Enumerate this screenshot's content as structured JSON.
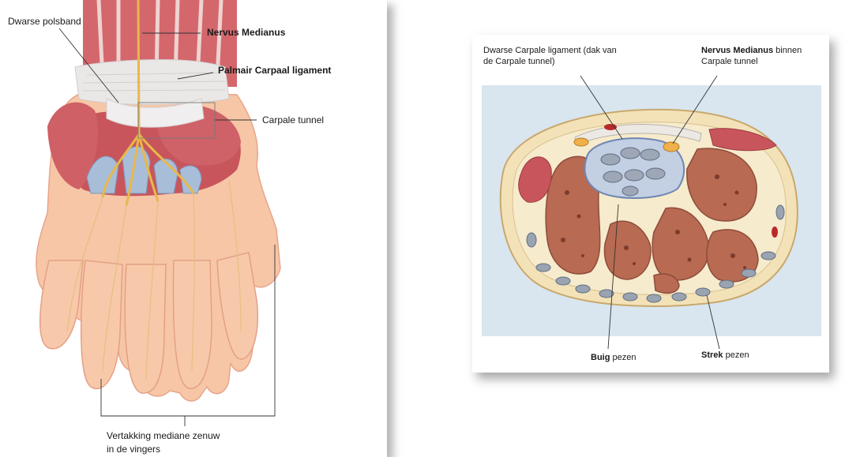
{
  "left_figure": {
    "labels": {
      "dwarse_polsband": "Dwarse polsband",
      "nervus_medianus": "Nervus Medianus",
      "palmair_carpaal": "Palmair Carpaal ligament",
      "carpale_tunnel": "Carpale tunnel",
      "vertakking_line1": "Vertakking mediane zenuw",
      "vertakking_line2": "in de vingers"
    }
  },
  "right_figure": {
    "labels": {
      "dwarse_carpale_line1": "Dwarse Carpale ligament (dak van",
      "dwarse_carpale_line2": "de Carpale tunnel)",
      "nervus_bold": "Nervus Medianus",
      "nervus_rest": "binnen",
      "nervus_line2": "Carpale tunnel",
      "buig_bold": "Buig",
      "buig_rest": "pezen",
      "strek_bold": "Strek",
      "strek_rest": "pezen"
    }
  },
  "colors": {
    "skin": "#f6c6a6",
    "muscle": "#c9555c",
    "bone": "#b86a52",
    "nerve": "#e8b84a",
    "ligament": "#e9e6e4",
    "background_blue": "#d9e6f0"
  }
}
